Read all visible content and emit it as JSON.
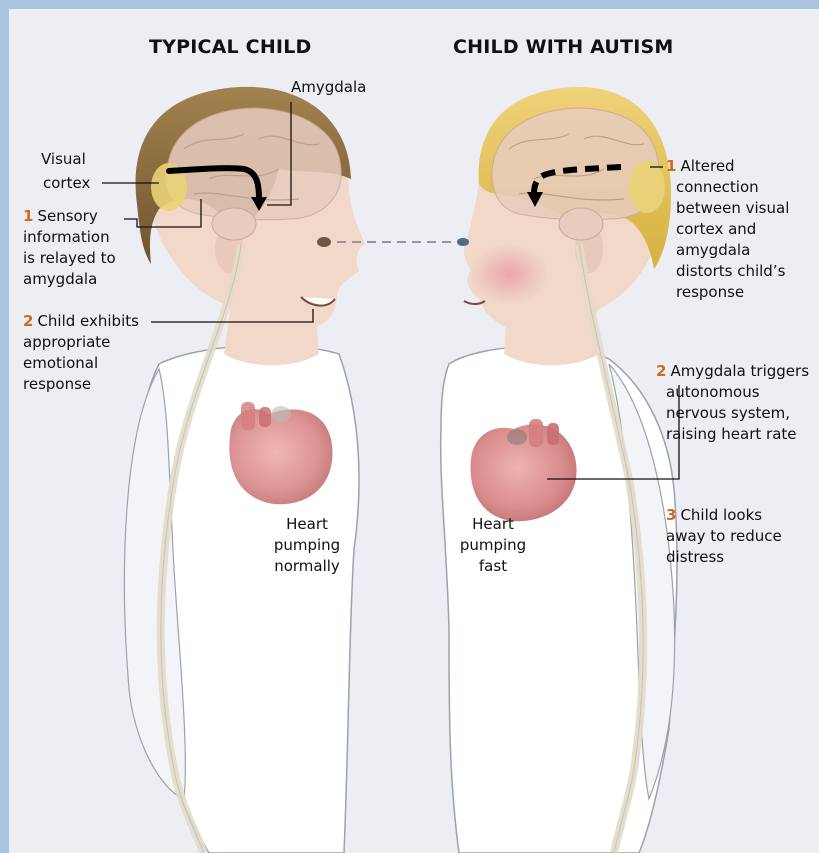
{
  "headings": {
    "left": "TYPICAL CHILD",
    "right": "CHILD WITH AUTISM"
  },
  "left_labels": {
    "amygdala": "Amygdala",
    "visual_cortex_1": "Visual",
    "visual_cortex_2": "cortex",
    "step1_num": "1",
    "step1_l1": "Sensory",
    "step1_l2": "information",
    "step1_l3": "is relayed to",
    "step1_l4": "amygdala",
    "step2_num": "2",
    "step2_l1": "Child exhibits",
    "step2_l2": "appropriate",
    "step2_l3": "emotional",
    "step2_l4": "response",
    "heart_l1": "Heart",
    "heart_l2": "pumping",
    "heart_l3": "normally"
  },
  "right_labels": {
    "step1_num": "1",
    "step1_l1": "Altered",
    "step1_l2": "connection",
    "step1_l3": "between visual",
    "step1_l4": "cortex and",
    "step1_l5": "amygdala",
    "step1_l6": "distorts child’s",
    "step1_l7": "response",
    "step2_num": "2",
    "step2_l1": "Amygdala triggers",
    "step2_l2": "autonomous",
    "step2_l3": "nervous system,",
    "step2_l4": "raising heart rate",
    "step3_num": "3",
    "step3_l1": "Child looks",
    "step3_l2": "away to reduce",
    "step3_l3": "distress",
    "heart_l1": "Heart",
    "heart_l2": "pumping",
    "heart_l3": "fast"
  },
  "colors": {
    "frame": "#a9c4df",
    "panel": "#eceef3",
    "accent_number": "#d06a1e",
    "skin": "#f1d8c9",
    "shirt": "#ffffff",
    "hair_left": "#8a6a3a",
    "hair_right": "#e6c65a",
    "heart": "#d98a8a"
  }
}
